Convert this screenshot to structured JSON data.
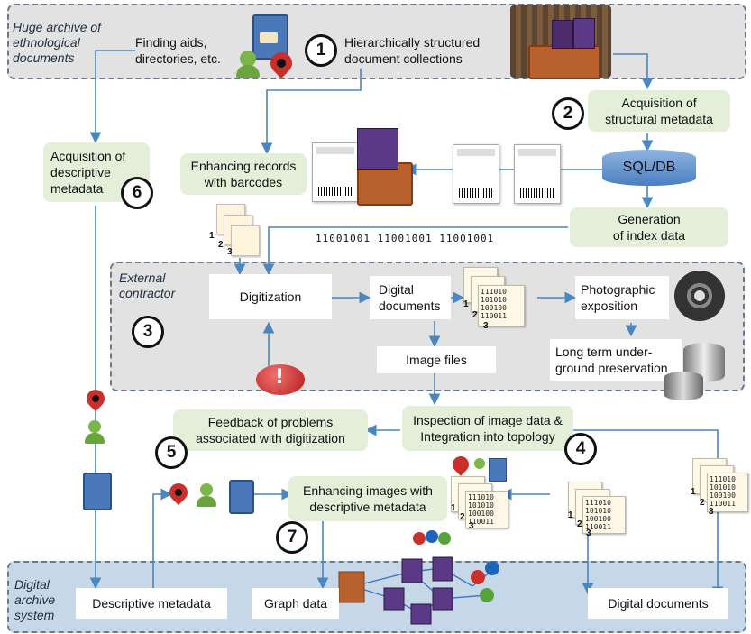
{
  "regions": {
    "top_label_line1": "Huge archive of",
    "top_label_line2": "ethnological",
    "top_label_line3": "documents",
    "middle_label_line1": "External",
    "middle_label_line2": "contractor",
    "bottom_label_line1": "Digital",
    "bottom_label_line2": "archive",
    "bottom_label_line3": "system"
  },
  "nodes": {
    "finding_aids_l1": "Finding aids,",
    "finding_aids_l2": "directories, etc.",
    "hier_l1": "Hierarchically structured",
    "hier_l2": "document collections",
    "acq_struct_l1": "Acquisition of",
    "acq_struct_l2": "structural metadata",
    "sqldb": "SQL/DB",
    "index_l1": "Generation",
    "index_l2": "of index data",
    "acq_desc_l1": "Acquisition of",
    "acq_desc_l2": "descriptive",
    "acq_desc_l3": "metadata",
    "barcodes_l1": "Enhancing records",
    "barcodes_l2": "with barcodes",
    "binary": "11001001 11001001 11001001",
    "digitization": "Digitization",
    "digital_docs_l1": "Digital",
    "digital_docs_l2": "documents",
    "photo_l1": "Photographic",
    "photo_l2": "exposition",
    "longterm_l1": "Long term under-",
    "longterm_l2": "ground preservation",
    "image_files": "Image files",
    "feedback_l1": "Feedback of problems",
    "feedback_l2": "associated with digitization",
    "inspection_l1": "Inspection of image data &",
    "inspection_l2": "Integration into topology",
    "enhancing_l1": "Enhancing images with",
    "enhancing_l2": "descriptive metadata",
    "desc_metadata": "Descriptive metadata",
    "graph_data": "Graph data",
    "digital_documents": "Digital documents"
  },
  "numbers": {
    "n1": "1",
    "n2": "2",
    "n3": "3",
    "n4": "4",
    "n5": "5",
    "n6": "6",
    "n7": "7"
  },
  "binary_sheet": {
    "r1": "111010",
    "r2": "101010",
    "r3": "100100",
    "r4": "110011"
  },
  "stack_numbers": {
    "s1": "1",
    "s2": "2",
    "s3": "3"
  },
  "colors": {
    "region_fill": "#e2e2e2",
    "bottom_fill": "#c6d7e8",
    "green_box": "#e3efd9",
    "arrow": "#4a86c0",
    "alert": "#c9302c"
  },
  "icons": [
    "archive-box-icon",
    "user-icon",
    "location-pin-icon",
    "barcode-card-icon",
    "database-icon",
    "film-reel-icon",
    "storage-cylinder-icon",
    "alert-bubble-icon",
    "graph-network-icon",
    "user-group-icon",
    "book-icon"
  ]
}
